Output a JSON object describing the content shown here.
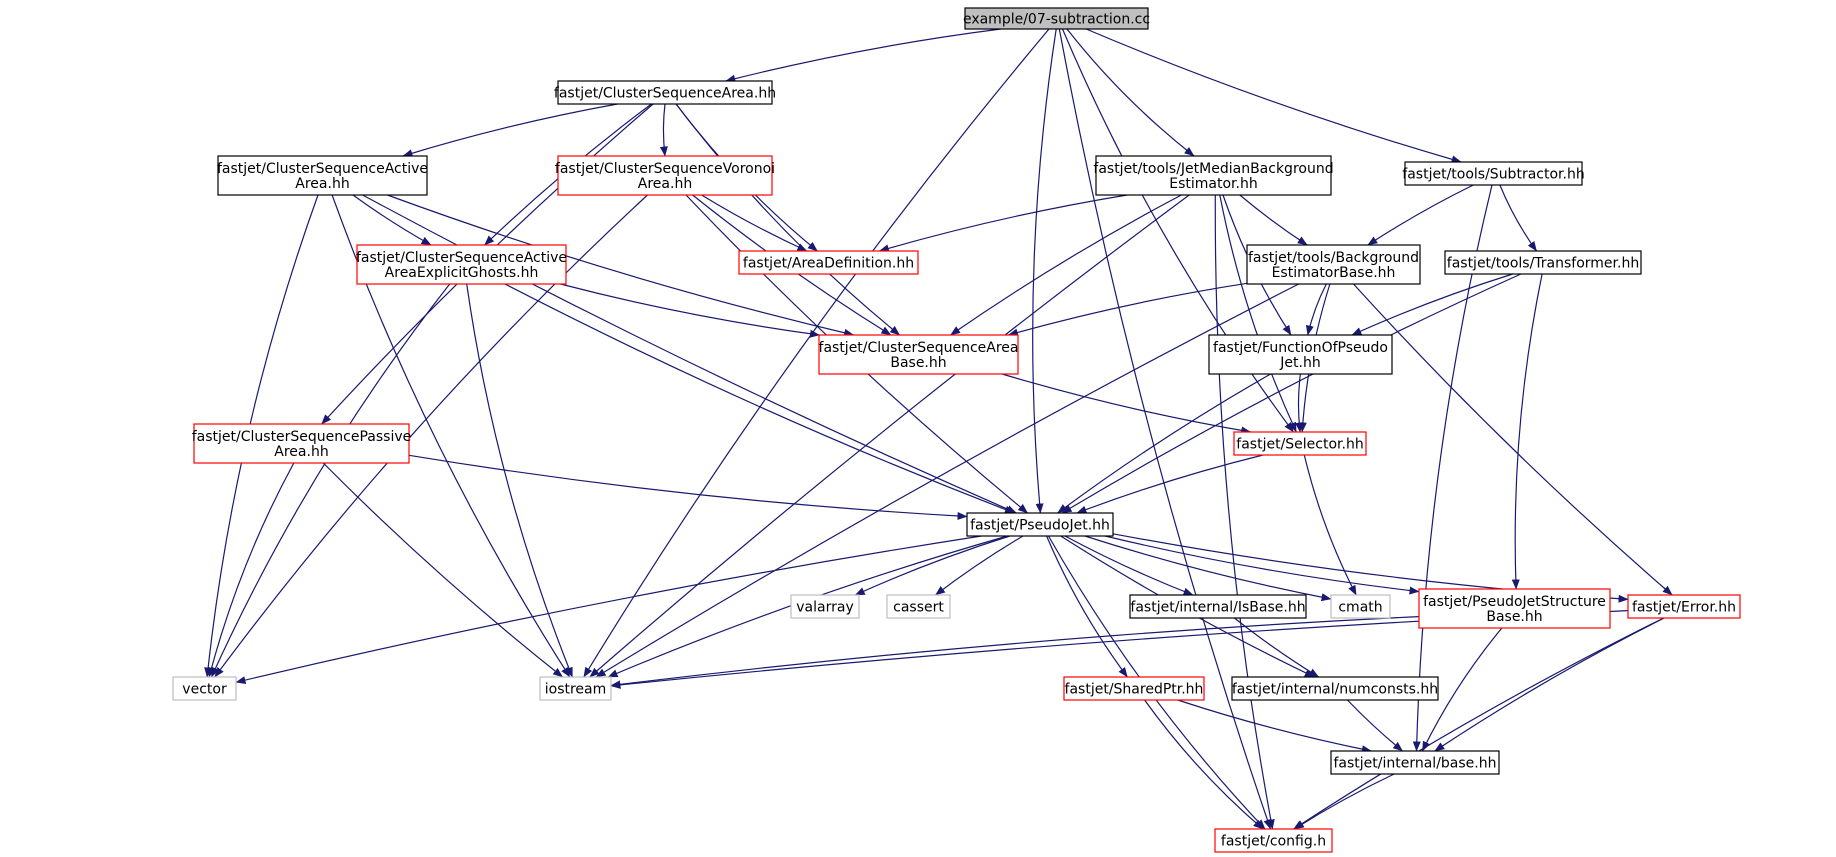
{
  "colors": {
    "edge": "#191970",
    "border_normal": "#000000",
    "border_red": "#ff0000",
    "border_system": "#bfbfbf",
    "root_fill": "#bfbfbf",
    "node_fill": "#ffffff",
    "text": "#000000"
  },
  "diagram": {
    "type": "include-dependency-graph",
    "root": "root",
    "nodes": [
      {
        "id": "root",
        "lines": [
          "example/07-subtraction.cc"
        ],
        "style": "root"
      },
      {
        "id": "csa",
        "lines": [
          "fastjet/ClusterSequenceArea.hh"
        ],
        "style": "normal"
      },
      {
        "id": "csaa",
        "lines": [
          "fastjet/ClusterSequenceActive",
          "Area.hh"
        ],
        "style": "normal"
      },
      {
        "id": "csva",
        "lines": [
          "fastjet/ClusterSequenceVoronoi",
          "Area.hh"
        ],
        "style": "red"
      },
      {
        "id": "csaaeg",
        "lines": [
          "fastjet/ClusterSequenceActive",
          "AreaExplicitGhosts.hh"
        ],
        "style": "red"
      },
      {
        "id": "areadef",
        "lines": [
          "fastjet/AreaDefinition.hh"
        ],
        "style": "red"
      },
      {
        "id": "csab",
        "lines": [
          "fastjet/ClusterSequenceArea",
          "Base.hh"
        ],
        "style": "red"
      },
      {
        "id": "cspa",
        "lines": [
          "fastjet/ClusterSequencePassive",
          "Area.hh"
        ],
        "style": "red"
      },
      {
        "id": "jmbe",
        "lines": [
          "fastjet/tools/JetMedianBackground",
          "Estimator.hh"
        ],
        "style": "normal"
      },
      {
        "id": "sub",
        "lines": [
          "fastjet/tools/Subtractor.hh"
        ],
        "style": "normal"
      },
      {
        "id": "bgeb",
        "lines": [
          "fastjet/tools/Background",
          "EstimatorBase.hh"
        ],
        "style": "normal"
      },
      {
        "id": "trans",
        "lines": [
          "fastjet/tools/Transformer.hh"
        ],
        "style": "normal"
      },
      {
        "id": "fopj",
        "lines": [
          "fastjet/FunctionOfPseudo",
          "Jet.hh"
        ],
        "style": "normal"
      },
      {
        "id": "sel",
        "lines": [
          "fastjet/Selector.hh"
        ],
        "style": "red"
      },
      {
        "id": "pj",
        "lines": [
          "fastjet/PseudoJet.hh"
        ],
        "style": "normal"
      },
      {
        "id": "valarray",
        "lines": [
          "valarray"
        ],
        "style": "system"
      },
      {
        "id": "cassert",
        "lines": [
          "cassert"
        ],
        "style": "system"
      },
      {
        "id": "isbase",
        "lines": [
          "fastjet/internal/IsBase.hh"
        ],
        "style": "normal"
      },
      {
        "id": "cmath",
        "lines": [
          "cmath"
        ],
        "style": "system"
      },
      {
        "id": "pjsb",
        "lines": [
          "fastjet/PseudoJetStructure",
          "Base.hh"
        ],
        "style": "red"
      },
      {
        "id": "error",
        "lines": [
          "fastjet/Error.hh"
        ],
        "style": "red"
      },
      {
        "id": "vector",
        "lines": [
          "vector"
        ],
        "style": "system"
      },
      {
        "id": "iostream",
        "lines": [
          "iostream"
        ],
        "style": "system"
      },
      {
        "id": "sptr",
        "lines": [
          "fastjet/SharedPtr.hh"
        ],
        "style": "red"
      },
      {
        "id": "numc",
        "lines": [
          "fastjet/internal/numconsts.hh"
        ],
        "style": "normal"
      },
      {
        "id": "base",
        "lines": [
          "fastjet/internal/base.hh"
        ],
        "style": "normal"
      },
      {
        "id": "config",
        "lines": [
          "fastjet/config.h"
        ],
        "style": "red"
      }
    ],
    "edges": [
      [
        "root",
        "csa"
      ],
      [
        "root",
        "jmbe"
      ],
      [
        "root",
        "sub"
      ],
      [
        "root",
        "pj"
      ],
      [
        "root",
        "sel"
      ],
      [
        "root",
        "iostream"
      ],
      [
        "root",
        "config"
      ],
      [
        "csa",
        "csaa"
      ],
      [
        "csa",
        "csva"
      ],
      [
        "csa",
        "csaaeg"
      ],
      [
        "csa",
        "areadef"
      ],
      [
        "csa",
        "csab"
      ],
      [
        "csa",
        "cspa"
      ],
      [
        "csaa",
        "csaaeg"
      ],
      [
        "csaa",
        "csab"
      ],
      [
        "csaa",
        "pj"
      ],
      [
        "csaa",
        "vector"
      ],
      [
        "csaa",
        "iostream"
      ],
      [
        "csva",
        "areadef"
      ],
      [
        "csva",
        "csab"
      ],
      [
        "csva",
        "pj"
      ],
      [
        "csva",
        "vector"
      ],
      [
        "csaaeg",
        "csab"
      ],
      [
        "csaaeg",
        "pj"
      ],
      [
        "csaaeg",
        "vector"
      ],
      [
        "csaaeg",
        "iostream"
      ],
      [
        "csab",
        "sel"
      ],
      [
        "cspa",
        "pj"
      ],
      [
        "cspa",
        "vector"
      ],
      [
        "cspa",
        "iostream"
      ],
      [
        "jmbe",
        "areadef"
      ],
      [
        "jmbe",
        "csab"
      ],
      [
        "jmbe",
        "bgeb"
      ],
      [
        "jmbe",
        "fopj"
      ],
      [
        "jmbe",
        "sel"
      ],
      [
        "jmbe",
        "iostream"
      ],
      [
        "jmbe",
        "config"
      ],
      [
        "sub",
        "bgeb"
      ],
      [
        "sub",
        "trans"
      ],
      [
        "sub",
        "base"
      ],
      [
        "bgeb",
        "csab"
      ],
      [
        "bgeb",
        "fopj"
      ],
      [
        "bgeb",
        "sel"
      ],
      [
        "bgeb",
        "error"
      ],
      [
        "bgeb",
        "iostream"
      ],
      [
        "trans",
        "fopj"
      ],
      [
        "trans",
        "pj"
      ],
      [
        "trans",
        "pjsb"
      ],
      [
        "fopj",
        "sel"
      ],
      [
        "fopj",
        "pj"
      ],
      [
        "sel",
        "pj"
      ],
      [
        "sel",
        "cmath"
      ],
      [
        "pj",
        "valarray"
      ],
      [
        "pj",
        "cassert"
      ],
      [
        "pj",
        "isbase"
      ],
      [
        "pj",
        "cmath"
      ],
      [
        "pj",
        "pjsb"
      ],
      [
        "pj",
        "error"
      ],
      [
        "pj",
        "vector"
      ],
      [
        "pj",
        "iostream"
      ],
      [
        "pj",
        "sptr"
      ],
      [
        "pj",
        "numc"
      ],
      [
        "pj",
        "config"
      ],
      [
        "isbase",
        "numc"
      ],
      [
        "pjsb",
        "iostream"
      ],
      [
        "pjsb",
        "base"
      ],
      [
        "error",
        "base"
      ],
      [
        "error",
        "config"
      ],
      [
        "error",
        "iostream"
      ],
      [
        "sptr",
        "base"
      ],
      [
        "sptr",
        "config"
      ],
      [
        "numc",
        "base"
      ],
      [
        "base",
        "config"
      ]
    ]
  }
}
